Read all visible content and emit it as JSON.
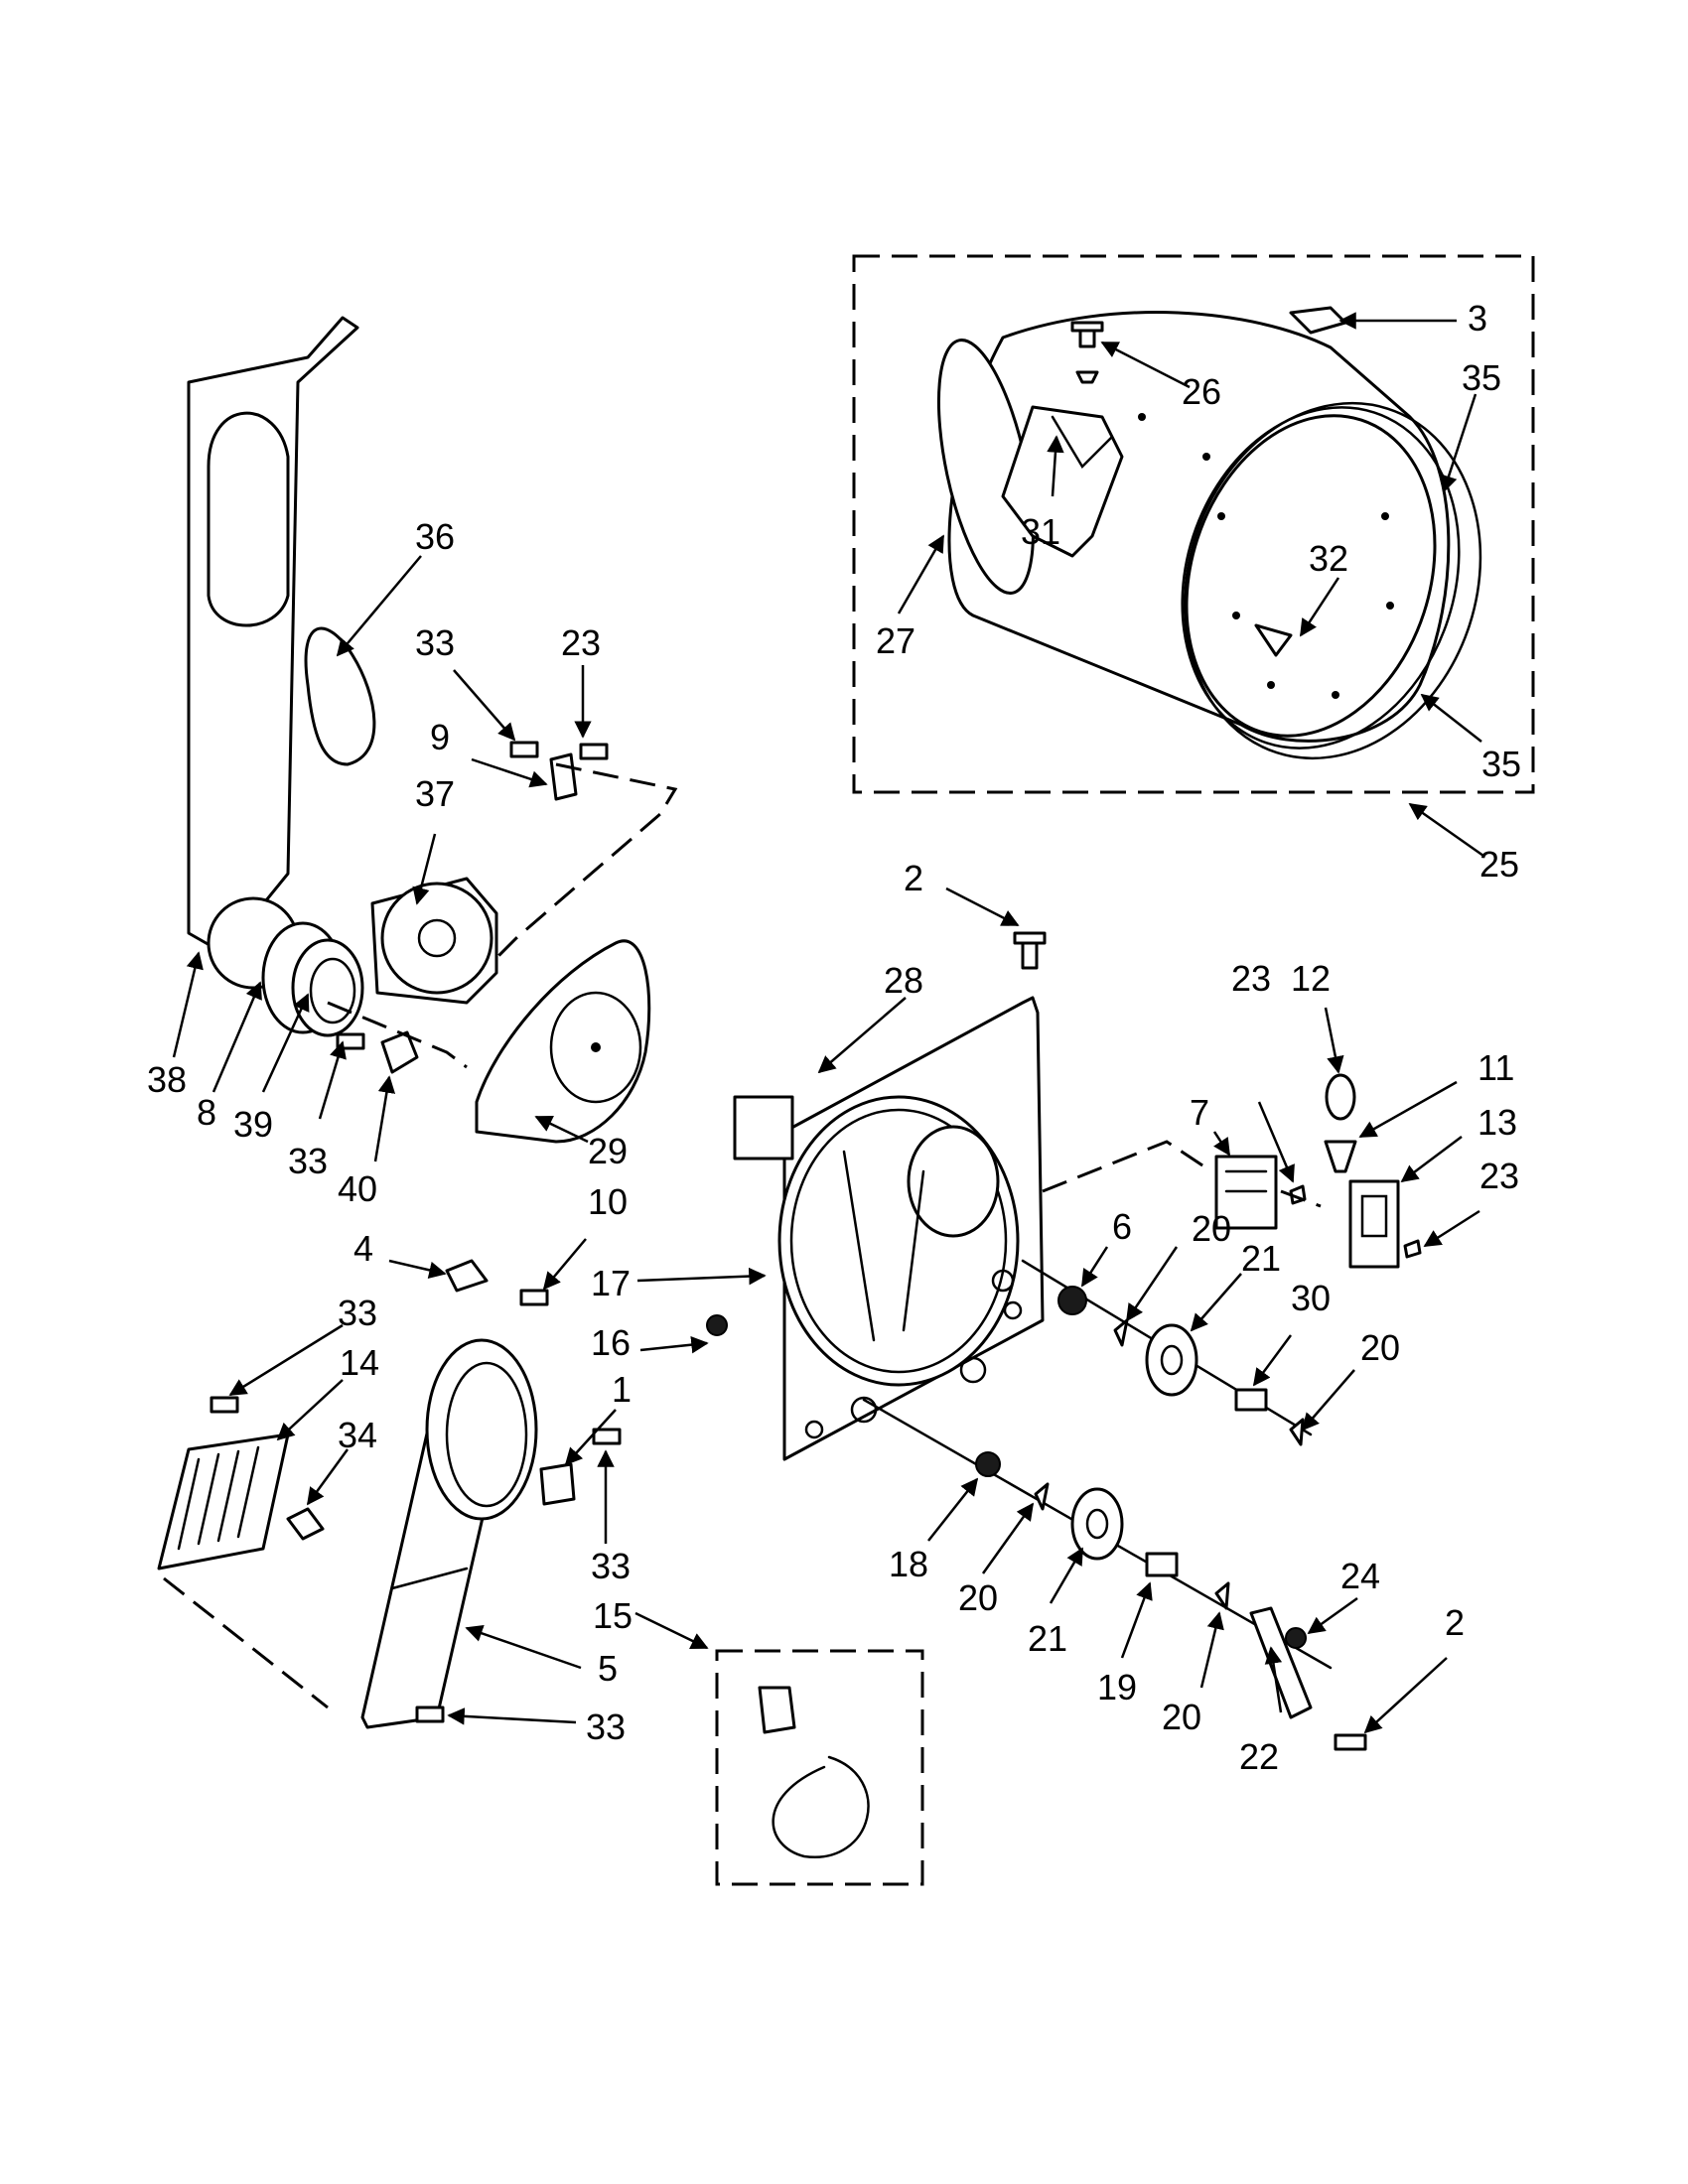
{
  "callouts": {
    "c1": "1",
    "c2a": "2",
    "c2b": "2",
    "c3": "3",
    "c4": "4",
    "c5": "5",
    "c6": "6",
    "c7": "7",
    "c8": "8",
    "c9": "9",
    "c10": "10",
    "c11": "11",
    "c12": "12",
    "c13": "13",
    "c14": "14",
    "c15": "15",
    "c16": "16",
    "c17": "17",
    "c18": "18",
    "c19": "19",
    "c20a": "20",
    "c20b": "20",
    "c20c": "20",
    "c20d": "20",
    "c21a": "21",
    "c21b": "21",
    "c22": "22",
    "c23a": "23",
    "c23b": "23",
    "c23c": "23",
    "c24": "24",
    "c25": "25",
    "c26": "26",
    "c27": "27",
    "c28": "28",
    "c29": "29",
    "c30": "30",
    "c31": "31",
    "c32": "32",
    "c33a": "33",
    "c33b": "33",
    "c33c": "33",
    "c33d": "33",
    "c33e": "33",
    "c34": "34",
    "c35a": "35",
    "c35b": "35",
    "c36": "36",
    "c37": "37",
    "c38": "38",
    "c39": "39",
    "c40": "40"
  }
}
